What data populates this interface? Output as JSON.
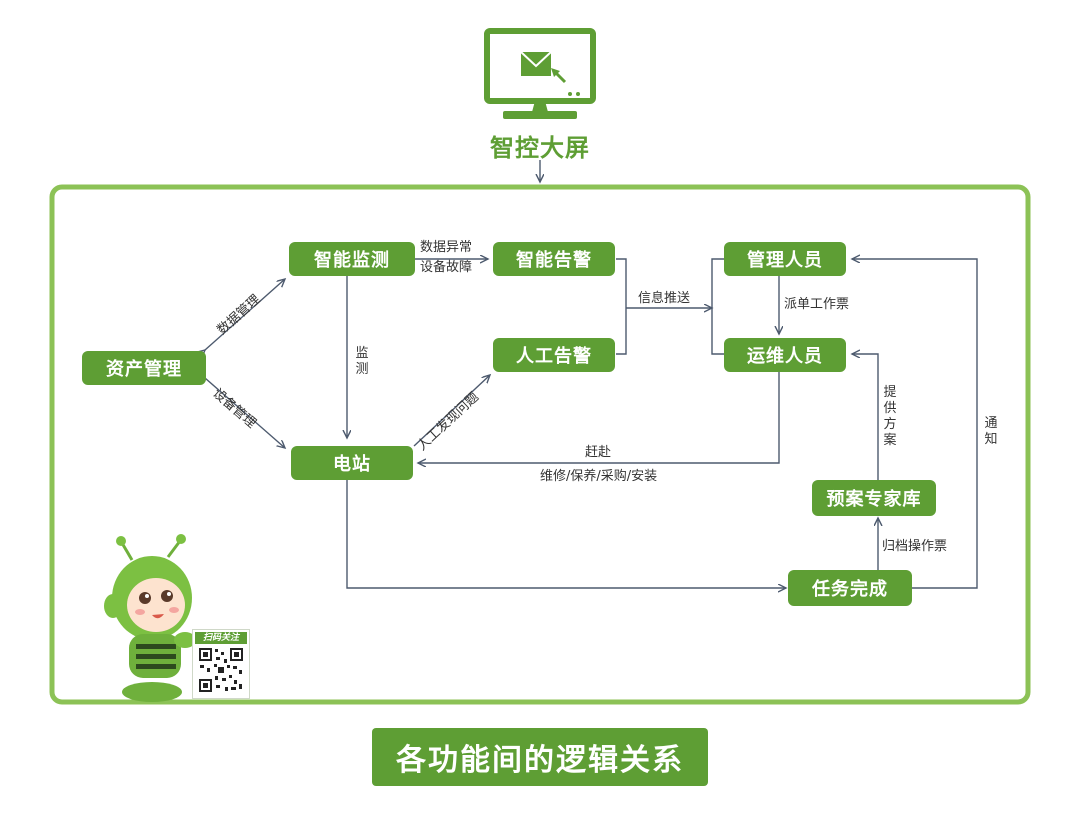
{
  "header": {
    "title": "智控大屏"
  },
  "nodes": {
    "monitor": "智能监测",
    "smart_alarm": "智能告警",
    "manager": "管理人员",
    "asset": "资产管理",
    "manual_alarm": "人工告警",
    "ops": "运维人员",
    "station": "电站",
    "expert_lib": "预案专家库",
    "task_done": "任务完成"
  },
  "edge_labels": {
    "data_mgmt": "数据管理",
    "device_mgmt": "设备管理",
    "data_anomaly": "数据异常",
    "device_fault": "设备故障",
    "monitoring": "监测",
    "manual_find": "人工发现问题",
    "info_push": "信息推送",
    "dispatch": "派单工作票",
    "rush_to": "赶赴",
    "work_types": "维修/保养/采购/安装",
    "provide_plan": "提供方案",
    "notify": "通知",
    "archive": "归档操作票"
  },
  "qr": {
    "tag": "扫码关注"
  },
  "footer": {
    "banner": "各功能间的逻辑关系"
  },
  "colors": {
    "accent": "#5e9e34",
    "frame": "#8cc256",
    "line": "#4d5a6e",
    "text": "#333333"
  }
}
